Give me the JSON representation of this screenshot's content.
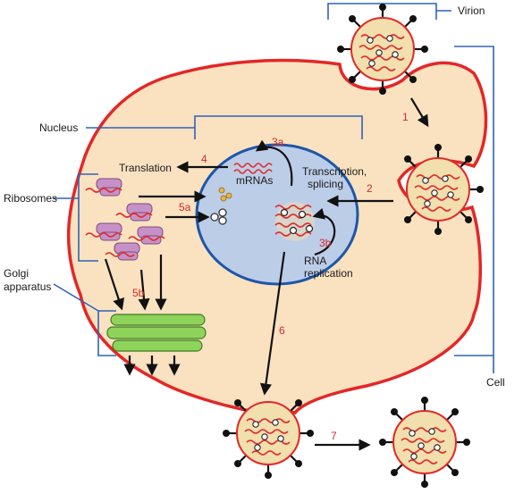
{
  "labels": {
    "virion": "Virion",
    "nucleus": "Nucleus",
    "ribosomes": "Ribosomes",
    "golgi_line1": "Golgi",
    "golgi_line2": "apparatus",
    "cell": "Cell",
    "translation": "Translation",
    "mrnas": "mRNAs",
    "transcription_line1": "Transcription,",
    "transcription_line2": "splicing",
    "rna_line1": "RNA",
    "rna_line2": "replication"
  },
  "steps": {
    "s1": "1",
    "s2": "2",
    "s3a": "3a",
    "s3b": "3b",
    "s4": "4",
    "s5a": "5a",
    "s5b": "5b",
    "s6": "6",
    "s7": "7"
  },
  "colors": {
    "cytoplasm": "#fae2c0",
    "membrane": "#e32727",
    "nucleus_fill": "#bccde8",
    "nucleus_border": "#1f56a8",
    "bracket": "#2e63b8",
    "ribosome": "#c791c8",
    "golgi": "#8fd45a",
    "step_text": "#d42a2a",
    "rna": "#e03030",
    "virion_core": "#f1dfae"
  }
}
